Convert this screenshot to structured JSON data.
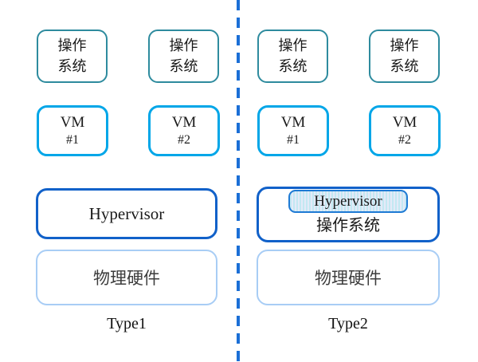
{
  "colors": {
    "os_border": "#2e8b9e",
    "vm_border": "#00a6e8",
    "hypervisor_border": "#1161c9",
    "inner_hyp_border": "#1e7ad4",
    "hardware_border": "#a8cdf5",
    "divider": "#1b6fd6",
    "hypervisor_stripe_a": "#c3e8f2",
    "hypervisor_stripe_b": "#e4eaf8"
  },
  "type1": {
    "caption": "Type1",
    "os1": {
      "line1": "操作",
      "line2": "系统"
    },
    "os2": {
      "line1": "操作",
      "line2": "系统"
    },
    "vm1": {
      "line1": "VM",
      "line2": "#1"
    },
    "vm2": {
      "line1": "VM",
      "line2": "#2"
    },
    "hypervisor": "Hypervisor",
    "hardware": "物理硬件"
  },
  "type2": {
    "caption": "Type2",
    "os1": {
      "line1": "操作",
      "line2": "系统"
    },
    "os2": {
      "line1": "操作",
      "line2": "系统"
    },
    "vm1": {
      "line1": "VM",
      "line2": "#1"
    },
    "vm2": {
      "line1": "VM",
      "line2": "#2"
    },
    "hypervisor": "Hypervisor",
    "host_os": "操作系统",
    "hardware": "物理硬件"
  }
}
